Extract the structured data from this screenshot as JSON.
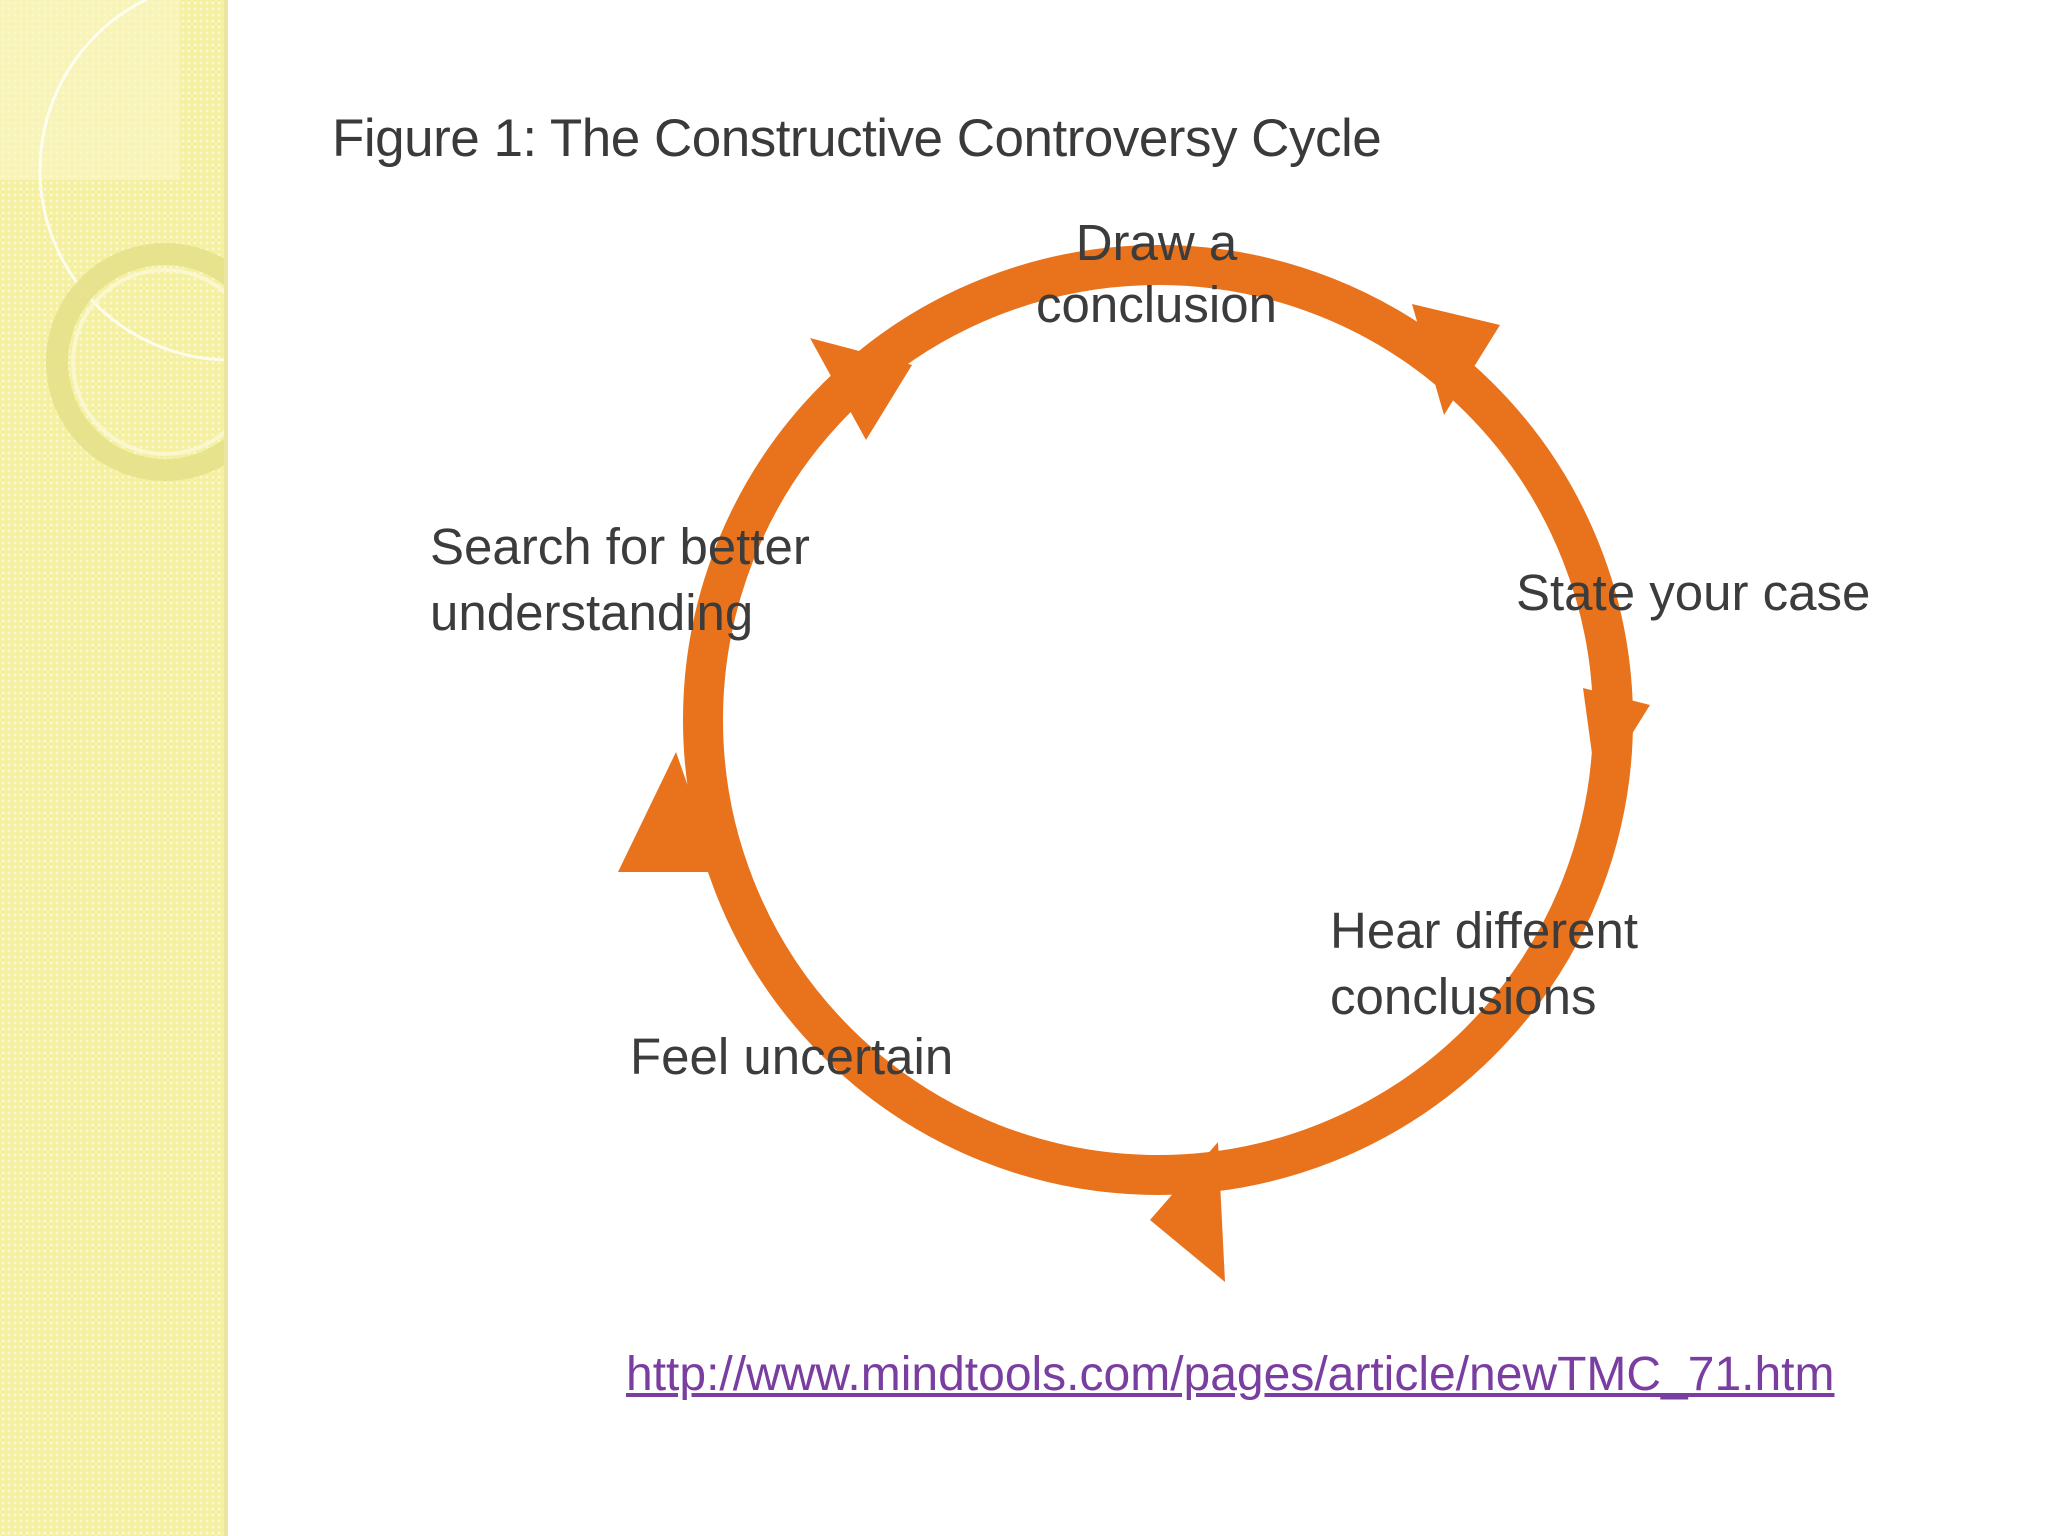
{
  "figure": {
    "title": "Figure 1: The Constructive Controversy Cycle",
    "stages": [
      {
        "line1": "Draw a",
        "line2": "conclusion"
      },
      {
        "line1": "State your case",
        "line2": ""
      },
      {
        "line1": "Hear different",
        "line2": "conclusions"
      },
      {
        "line1": "Feel uncertain",
        "line2": ""
      },
      {
        "line1": "Search for better",
        "line2": "understanding"
      }
    ],
    "accent_color": "#e8731c"
  },
  "source": {
    "url": "http://www.mindtools.com/pages/article/newTMC_71.htm"
  },
  "theme": {
    "band_color": "#f5f0a0"
  }
}
